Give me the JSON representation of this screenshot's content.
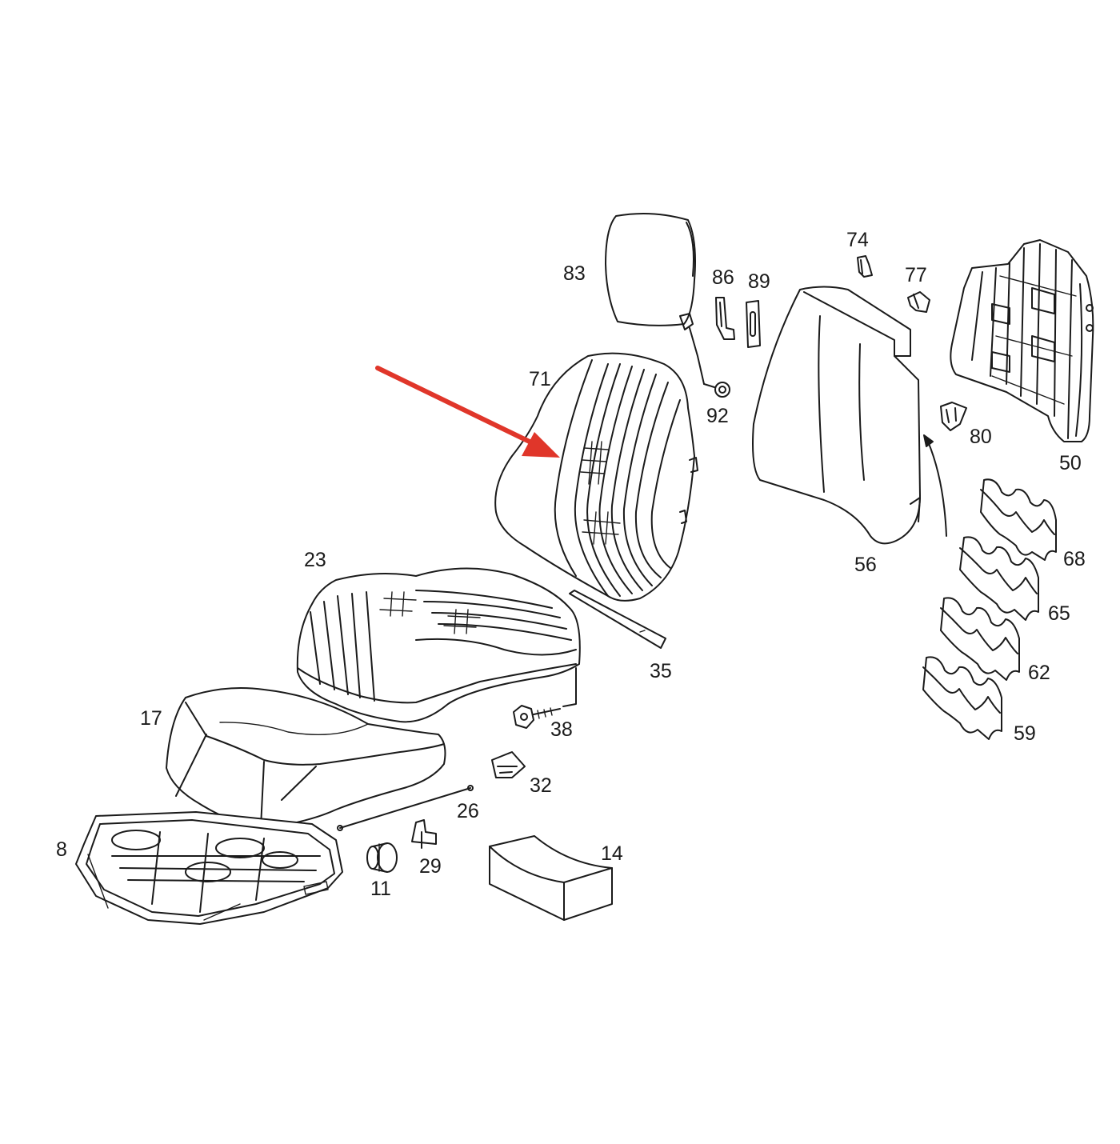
{
  "diagram": {
    "labels": {
      "p83": "83",
      "p86": "86",
      "p89": "89",
      "p74": "74",
      "p77": "77",
      "p71": "71",
      "p92": "92",
      "p80": "80",
      "p50": "50",
      "p56": "56",
      "p68": "68",
      "p65": "65",
      "p62": "62",
      "p59": "59",
      "p23": "23",
      "p35": "35",
      "p17": "17",
      "p38": "38",
      "p32": "32",
      "p26": "26",
      "p8": "8",
      "p11": "11",
      "p29": "29",
      "p14": "14"
    },
    "arrow_color": "#e0362a",
    "line_color": "#1a1a1a"
  }
}
